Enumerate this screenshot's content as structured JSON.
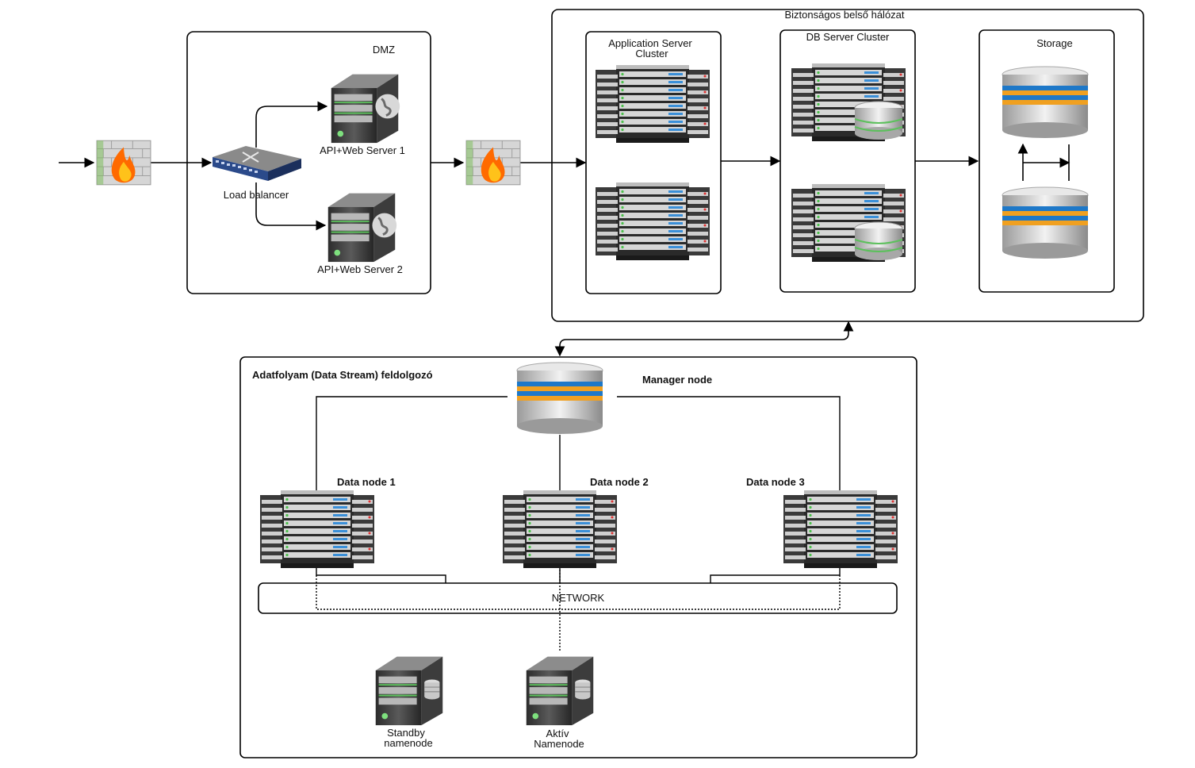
{
  "labels": {
    "dmz": "DMZ",
    "internal": "Biztonságos belső hálózat",
    "app_cluster_line1": "Application Server",
    "app_cluster_line2": "Cluster",
    "db_cluster": "DB Server Cluster",
    "storage": "Storage",
    "load_balancer": "Load balancer",
    "web1": "API+Web Server 1",
    "web2": "API+Web Server 2",
    "stream": "Adatfolyam (Data Stream) feldolgozó",
    "manager": "Manager node",
    "data1": "Data node 1",
    "data2": "Data node 2",
    "data3": "Data node 3",
    "network": "NETWORK",
    "standby_line1": "Standby",
    "standby_line2": "namenode",
    "active_line1": "Aktív",
    "active_line2": "Namenode"
  },
  "icons": {
    "firewall": "firewall-icon",
    "load_balancer": "network-switch-icon",
    "web_server": "web-server-icon",
    "rack": "server-rack-icon",
    "db_rack": "database-server-icon",
    "storage": "database-stack-icon",
    "namenode": "namenode-server-icon"
  },
  "colors": {
    "line": "#000000",
    "flame": "#ff6a00",
    "brick": "#c9c9c9",
    "switch": "#2b4a8a",
    "disk_blue": "#1e78c8",
    "disk_orange": "#f0a020",
    "server_green": "#5cc05c"
  }
}
